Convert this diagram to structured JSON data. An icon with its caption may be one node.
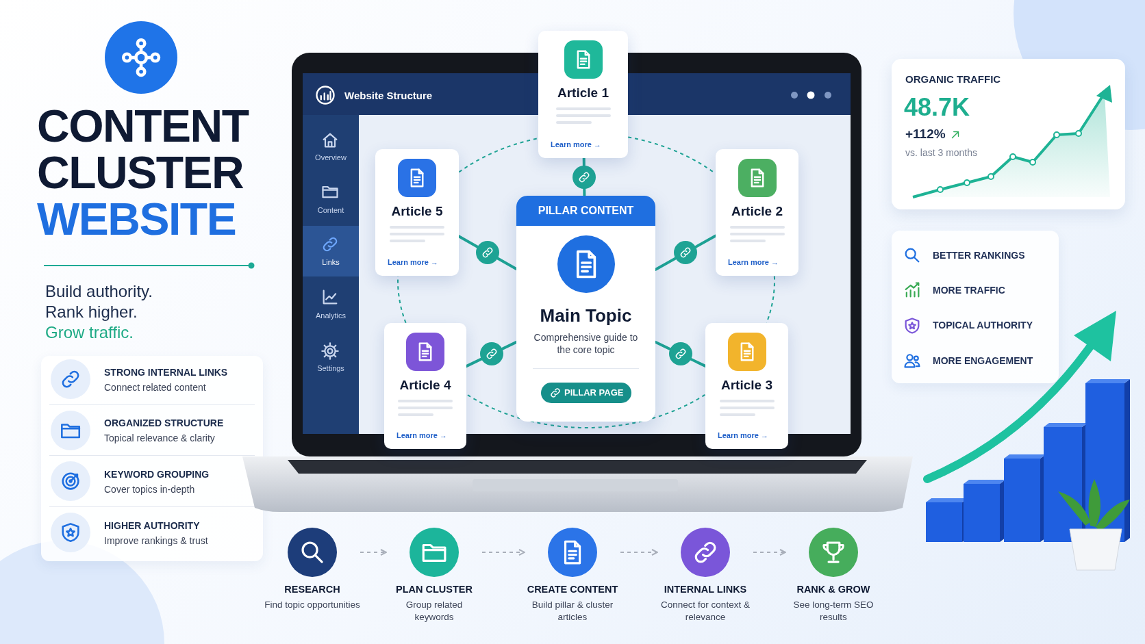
{
  "diagram": {
    "title": "CONTENT CLUSTER WEBSITE",
    "nodes": [
      {
        "text": [
          "PILLAR CONTENT",
          "Main Topic",
          "Comprehensive guide to the core topic"
        ]
      },
      {
        "text": [
          "Article 1",
          "Learn more →"
        ]
      },
      {
        "text": [
          "Article 2",
          "Learn more →"
        ]
      },
      {
        "text": [
          "Article 3",
          "Learn more →"
        ]
      },
      {
        "text": [
          "Article 4",
          "Learn more →"
        ]
      },
      {
        "text": [
          "Article 5",
          "Learn more →"
        ]
      },
      {
        "text": [
          "PILLAR PAGE"
        ],
        "in": 0
      },
      {
        "text": [
          "RESEARCH",
          "Find topic opportunities"
        ]
      },
      {
        "text": [
          "PLAN CLUSTER",
          "Group related keywords"
        ]
      },
      {
        "text": [
          "CREATE CONTENT",
          "Build pillar & cluster articles"
        ]
      },
      {
        "text": [
          "INTERNAL LINKS",
          "Connect for context & relevance"
        ]
      },
      {
        "text": [
          "RANK & GROW",
          "See long-term SEO results"
        ]
      }
    ],
    "edges": [
      {
        "from": 0,
        "to": 1,
        "arrow": "none"
      },
      {
        "from": 0,
        "to": 2,
        "arrow": "none"
      },
      {
        "from": 0,
        "to": 3,
        "arrow": "none"
      },
      {
        "from": 0,
        "to": 4,
        "arrow": "none"
      },
      {
        "from": 0,
        "to": 5,
        "arrow": "none"
      },
      {
        "from": 1,
        "to": 2,
        "arrow": "none",
        "style": "dashed"
      },
      {
        "from": 2,
        "to": 3,
        "arrow": "none",
        "style": "dashed"
      },
      {
        "from": 3,
        "to": 4,
        "arrow": "none",
        "style": "dashed"
      },
      {
        "from": 4,
        "to": 5,
        "arrow": "none",
        "style": "dashed"
      },
      {
        "from": 5,
        "to": 1,
        "arrow": "none",
        "style": "dashed"
      },
      {
        "from": 7,
        "to": 8,
        "arrow": "to",
        "style": "dashed",
        "color": "#a9afba"
      },
      {
        "from": 8,
        "to": 9,
        "arrow": "to",
        "style": "dashed",
        "color": "#a9afba"
      },
      {
        "from": 9,
        "to": 10,
        "arrow": "to",
        "style": "dashed",
        "color": "#a9afba"
      },
      {
        "from": 10,
        "to": 11,
        "arrow": "to",
        "style": "dashed",
        "color": "#a9afba"
      }
    ],
    "labels": [
      "Build authority.",
      "Rank higher.",
      "Grow traffic.",
      "STRONG INTERNAL LINKS",
      "Connect related content",
      "ORGANIZED STRUCTURE",
      "Topical relevance & clarity",
      "KEYWORD GROUPING",
      "Cover topics in-depth",
      "HIGHER AUTHORITY",
      "Improve rankings & trust",
      "Website Structure",
      "Overview",
      "Content",
      "Links",
      "Analytics",
      "Settings",
      "ORGANIC TRAFFIC",
      "48.7K",
      "+112%",
      "vs. last 3 months",
      "BETTER RANKINGS",
      "MORE TRAFFIC",
      "TOPICAL AUTHORITY",
      "MORE ENGAGEMENT"
    ]
  }
}
